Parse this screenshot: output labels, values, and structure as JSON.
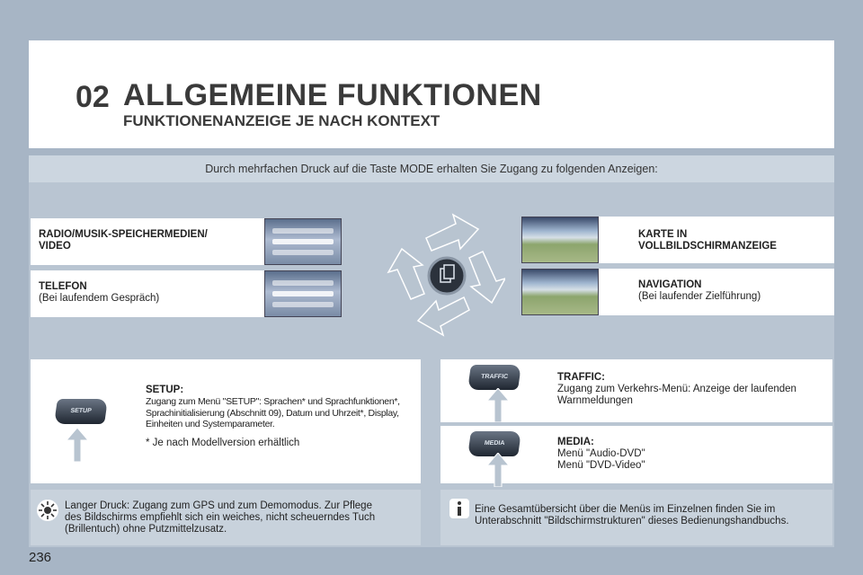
{
  "header": {
    "chapter": "02",
    "title": "ALLGEMEINE FUNKTIONEN",
    "subtitle": "FUNKTIONENANZEIGE JE NACH KONTEXT"
  },
  "intro": "Durch mehrfachen Druck auf die Taste MODE erhalten Sie Zugang zu folgenden Anzeigen:",
  "modes": {
    "radio": {
      "title": "RADIO/MUSIK-SPEICHERMEDIEN/",
      "title2": "VIDEO"
    },
    "telefon": {
      "title": "TELEFON",
      "desc": "(Bei laufendem Gespräch)"
    },
    "karte": {
      "title": "KARTE IN",
      "title2": "VOLLBILDSCHIRMANZEIGE"
    },
    "navigation": {
      "title": "NAVIGATION",
      "desc": "(Bei laufender Zielführung)"
    }
  },
  "setup": {
    "button": "SETUP",
    "title": "SETUP:",
    "desc": "Zugang zum Menü \"SETUP\": Sprachen* und Sprachfunktionen*, Sprachinitialisierung (Abschnitt 09), Datum und Uhrzeit*, Display, Einheiten und Systemparameter.",
    "note": "* Je nach Modellversion erhältlich"
  },
  "traffic": {
    "button": "TRAFFIC",
    "title": "TRAFFIC:",
    "desc": "Zugang zum Verkehrs-Menü: Anzeige der laufenden Warnmeldungen"
  },
  "media": {
    "button": "MEDIA",
    "title": "MEDIA:",
    "line1": "Menü \"Audio-DVD\"",
    "line2": "Menü \"DVD-Video\""
  },
  "tip": {
    "text": "Langer Druck: Zugang zum GPS und zum Demomodus. Zur Pflege des Bildschirms empfiehlt sich ein weiches, nicht scheuerndes Tuch (Brillentuch) ohne Putzmittelzusatz."
  },
  "info": {
    "text": "Eine Gesamtübersicht über die Menüs im Einzelnen finden Sie im Unterabschnitt \"Bildschirmstrukturen\" dieses Bedienungshandbuchs."
  },
  "page_number": "236",
  "colors": {
    "background": "#a7b5c5",
    "panel": "#b9c5d2",
    "arrow": "#b8c4d0"
  }
}
